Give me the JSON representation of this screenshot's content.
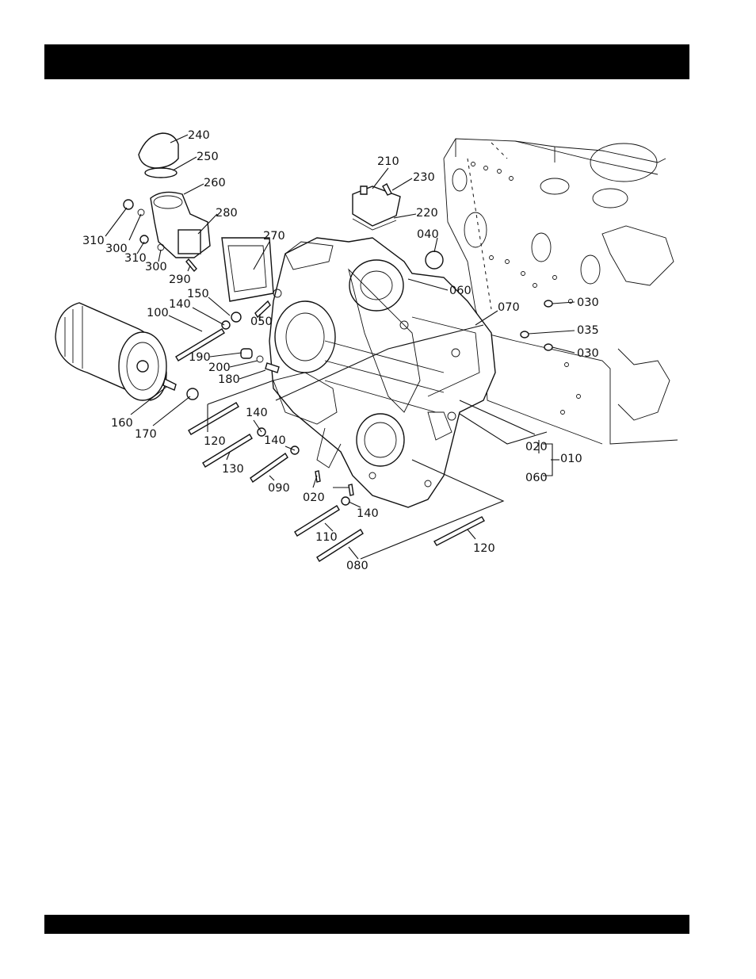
{
  "header": {
    "text": ""
  },
  "footer": {
    "text": ""
  },
  "diagram": {
    "callouts": [
      {
        "id": "c240",
        "label": "240"
      },
      {
        "id": "c250",
        "label": "250"
      },
      {
        "id": "c260",
        "label": "260"
      },
      {
        "id": "c280",
        "label": "280"
      },
      {
        "id": "c310a",
        "label": "310"
      },
      {
        "id": "c300a",
        "label": "300"
      },
      {
        "id": "c310b",
        "label": "310"
      },
      {
        "id": "c300b",
        "label": "300"
      },
      {
        "id": "c290",
        "label": "290"
      },
      {
        "id": "c270",
        "label": "270"
      },
      {
        "id": "c150",
        "label": "150"
      },
      {
        "id": "c140a",
        "label": "140"
      },
      {
        "id": "c100",
        "label": "100"
      },
      {
        "id": "c050",
        "label": "050"
      },
      {
        "id": "c190",
        "label": "190"
      },
      {
        "id": "c200",
        "label": "200"
      },
      {
        "id": "c180",
        "label": "180"
      },
      {
        "id": "c160",
        "label": "160"
      },
      {
        "id": "c170",
        "label": "170"
      },
      {
        "id": "c120a",
        "label": "120"
      },
      {
        "id": "c140b",
        "label": "140"
      },
      {
        "id": "c130",
        "label": "130"
      },
      {
        "id": "c140c",
        "label": "140"
      },
      {
        "id": "c090",
        "label": "090"
      },
      {
        "id": "c020a",
        "label": "020"
      },
      {
        "id": "c140d",
        "label": "140"
      },
      {
        "id": "c110",
        "label": "110"
      },
      {
        "id": "c080",
        "label": "080"
      },
      {
        "id": "c120b",
        "label": "120"
      },
      {
        "id": "c210",
        "label": "210"
      },
      {
        "id": "c230",
        "label": "230"
      },
      {
        "id": "c220",
        "label": "220"
      },
      {
        "id": "c040",
        "label": "040"
      },
      {
        "id": "c060a",
        "label": "060"
      },
      {
        "id": "c070",
        "label": "070"
      },
      {
        "id": "c030a",
        "label": "030"
      },
      {
        "id": "c035",
        "label": "035"
      },
      {
        "id": "c030b",
        "label": "030"
      },
      {
        "id": "c020b",
        "label": "020"
      },
      {
        "id": "c010",
        "label": "010"
      },
      {
        "id": "c060b",
        "label": "060"
      }
    ]
  }
}
